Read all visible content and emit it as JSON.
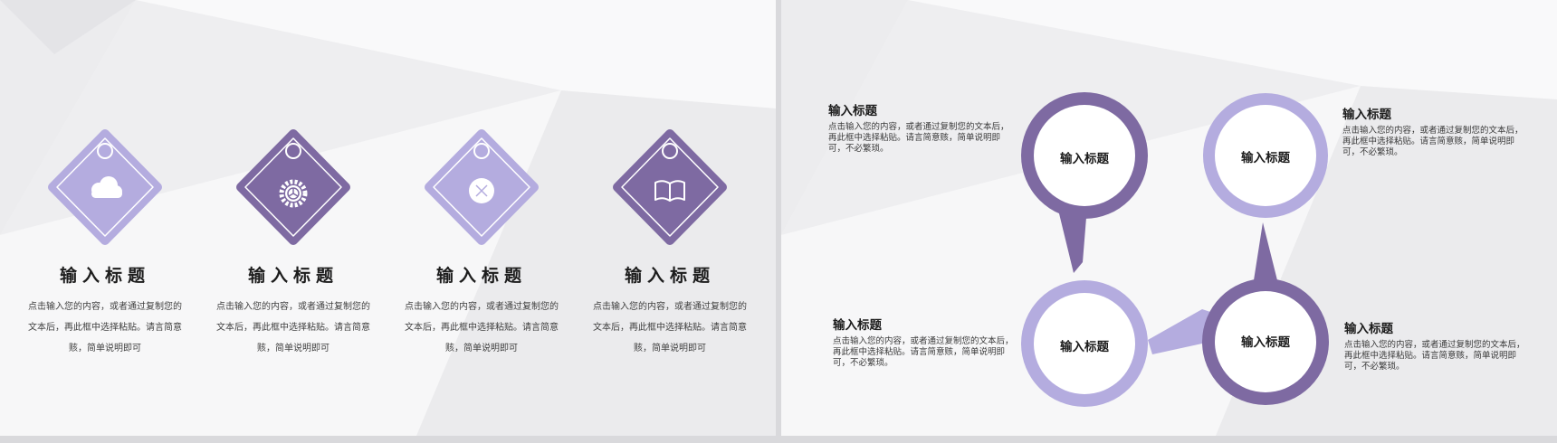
{
  "colors": {
    "light_purple": "#b4acdf",
    "dark_purple": "#7e6aa2",
    "background": "#f4f4f5"
  },
  "left_slide": {
    "cards": [
      {
        "icon": "cloud-icon",
        "title": "输入标题",
        "desc": [
          "点击输入您的内容，或者通过复制您的",
          "文本后，再此框中选择粘贴。请言简意",
          "赅，简单说明即可"
        ]
      },
      {
        "icon": "gear-icon",
        "title": "输入标题",
        "desc": [
          "点击输入您的内容，或者通过复制您的",
          "文本后，再此框中选择粘贴。请言简意",
          "赅，简单说明即可"
        ]
      },
      {
        "icon": "close-icon",
        "title": "输入标题",
        "desc": [
          "点击输入您的内容，或者通过复制您的",
          "文本后，再此框中选择粘贴。请言简意",
          "赅，简单说明即可"
        ]
      },
      {
        "icon": "book-icon",
        "title": "输入标题",
        "desc": [
          "点击输入您的内容，或者通过复制您的",
          "文本后，再此框中选择粘贴。请言简意",
          "赅，简单说明即可"
        ]
      }
    ]
  },
  "right_slide": {
    "circles": [
      {
        "label": "输入标题"
      },
      {
        "label": "输入标题"
      },
      {
        "label": "输入标题"
      },
      {
        "label": "输入标题"
      }
    ],
    "texts": [
      {
        "title": "输入标题",
        "desc": [
          "点击输入您的内容，或者通过复制您的文本后，",
          "再此框中选择粘贴。请言简意赅，简单说明即",
          "可，不必繁琐。"
        ]
      },
      {
        "title": "输入标题",
        "desc": [
          "点击输入您的内容，或者通过复制您的文本后，",
          "再此框中选择粘贴。请言简意赅，简单说明即",
          "可，不必繁琐。"
        ]
      },
      {
        "title": "输入标题",
        "desc": [
          "点击输入您的内容，或者通过复制您的文本后，",
          "再此框中选择粘贴。请言简意赅，简单说明即",
          "可，不必繁琐。"
        ]
      },
      {
        "title": "输入标题",
        "desc": [
          "点击输入您的内容，或者通过复制您的文本后，",
          "再此框中选择粘贴。请言简意赅，简单说明即",
          "可，不必繁琐。"
        ]
      }
    ]
  }
}
